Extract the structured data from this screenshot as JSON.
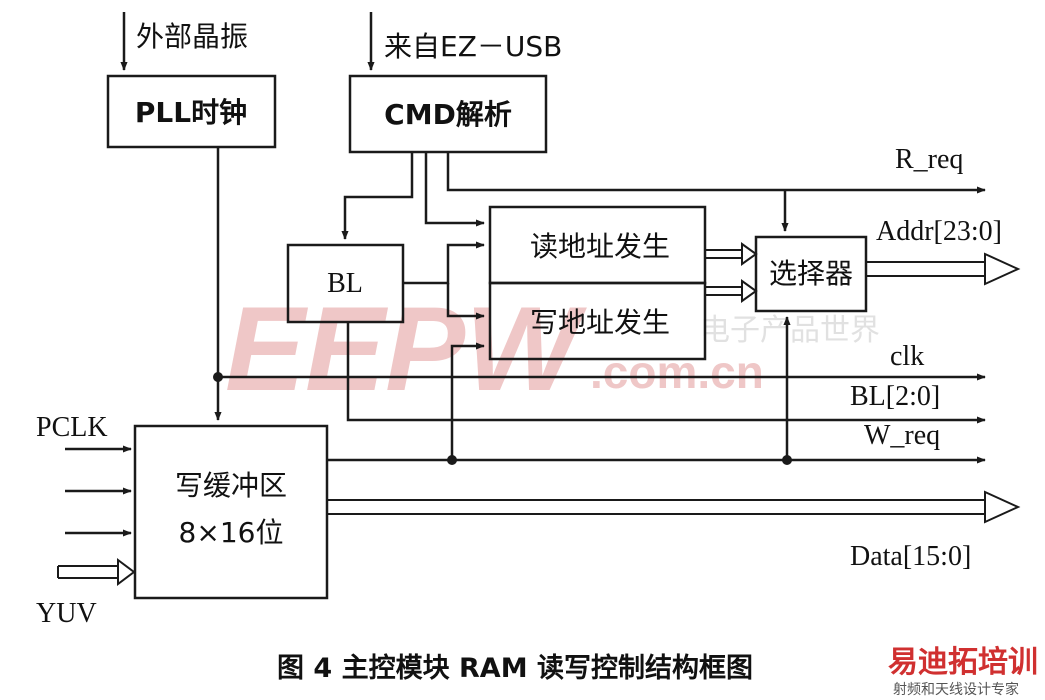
{
  "colors": {
    "line": "#1a1a1a",
    "watermark": "#e0a0a0",
    "brand_red": "#d03030",
    "brand_gray": "#555555"
  },
  "inputs": {
    "external_crystal": "外部晶振",
    "from_ez_usb": "来自EZ－USB",
    "pclk": "PCLK",
    "yuv": "YUV"
  },
  "blocks": {
    "pll": "PLL时钟",
    "cmd": "CMD解析",
    "bl": "BL",
    "read_addr": "读地址发生",
    "write_addr": "写地址发生",
    "selector": "选择器",
    "write_buffer_line1": "写缓冲区",
    "write_buffer_line2": "8×16位"
  },
  "outputs": {
    "r_req": "R_req",
    "addr": "Addr[23:0]",
    "clk": "clk",
    "bl": "BL[2:0]",
    "w_req": "W_req",
    "data": "Data[15:0]"
  },
  "caption": "图 4   主控模块 RAM 读写控制结构框图",
  "watermark": {
    "logo": "EEPW",
    "site": ".com.cn",
    "tagline": "电子产品世界"
  },
  "brand": {
    "name": "易迪拓培训",
    "sub": "射频和天线设计专家"
  }
}
